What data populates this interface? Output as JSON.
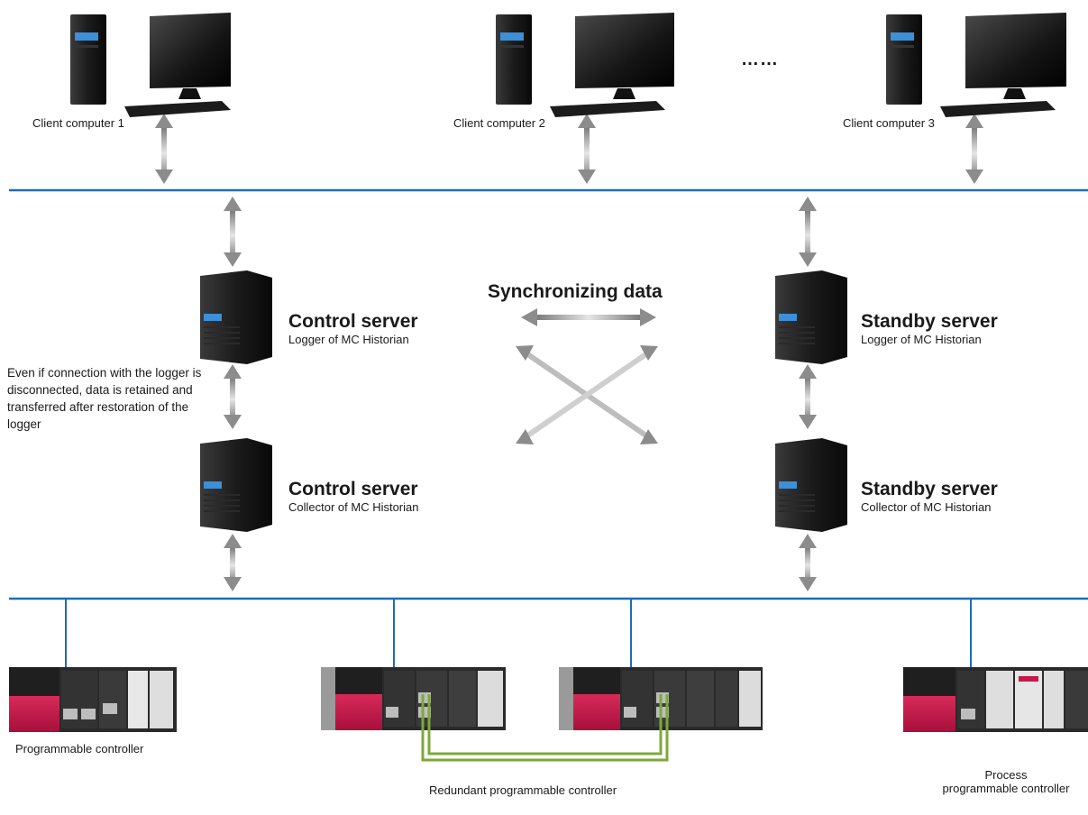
{
  "clients": [
    {
      "label": "Client computer 1"
    },
    {
      "label": "Client computer 2"
    },
    {
      "label": "Client computer 3"
    }
  ],
  "ellipsis": "……",
  "sync_label": "Synchronizing data",
  "control_logger": {
    "title": "Control server",
    "subtitle": "Logger of MC Historian"
  },
  "control_collector": {
    "title": "Control server",
    "subtitle": "Collector of MC Historian"
  },
  "standby_logger": {
    "title": "Standby server",
    "subtitle": "Logger of MC Historian"
  },
  "standby_collector": {
    "title": "Standby server",
    "subtitle": "Collector of MC Historian"
  },
  "note": "Even if connection with the logger is disconnected, data is retained and transferred after restoration of the logger",
  "plcs": {
    "plc1": "Programmable controller",
    "redundant": "Redundant programmable controller",
    "process_line1": "Process",
    "process_line2": "programmable controller"
  },
  "colors": {
    "network": "#1f6db3",
    "plc_red": "#c8174a",
    "redundant_link": "#7ea83a",
    "arrow": "#9a9a9a"
  }
}
